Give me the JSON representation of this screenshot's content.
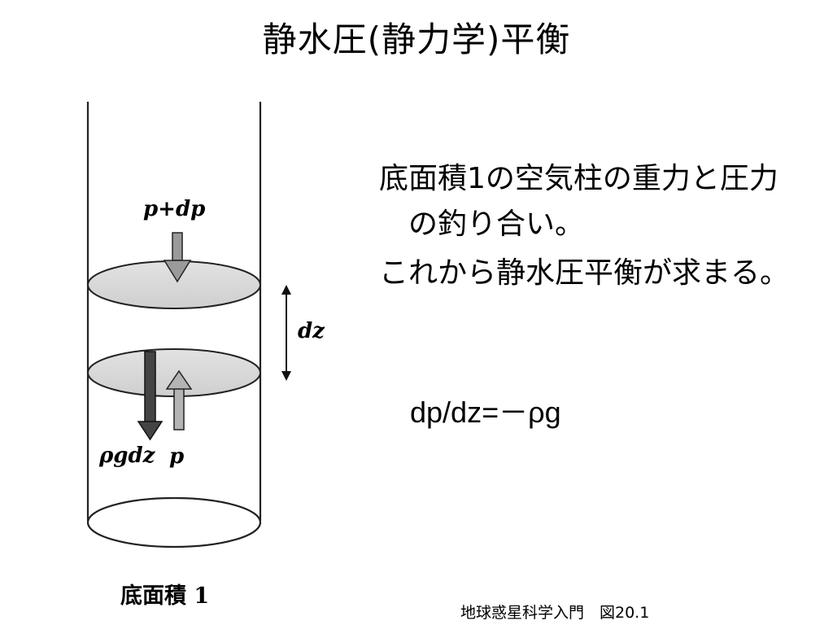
{
  "slide": {
    "title": "静水圧(静力学)平衡"
  },
  "figure": {
    "label_top_pressure": "p+dp",
    "label_dz": "dz",
    "label_gravity": "ρgdz",
    "label_bottom_pressure": "p",
    "label_base": "底面積 1"
  },
  "body": {
    "paragraph_1": "底面積1の空気柱の重力と圧力の釣り合い。",
    "paragraph_2": "これから静水圧平衡が求まる。",
    "equation": "dp/dz=－ρg"
  },
  "caption": "地球惑星科学入門　図20.1"
}
